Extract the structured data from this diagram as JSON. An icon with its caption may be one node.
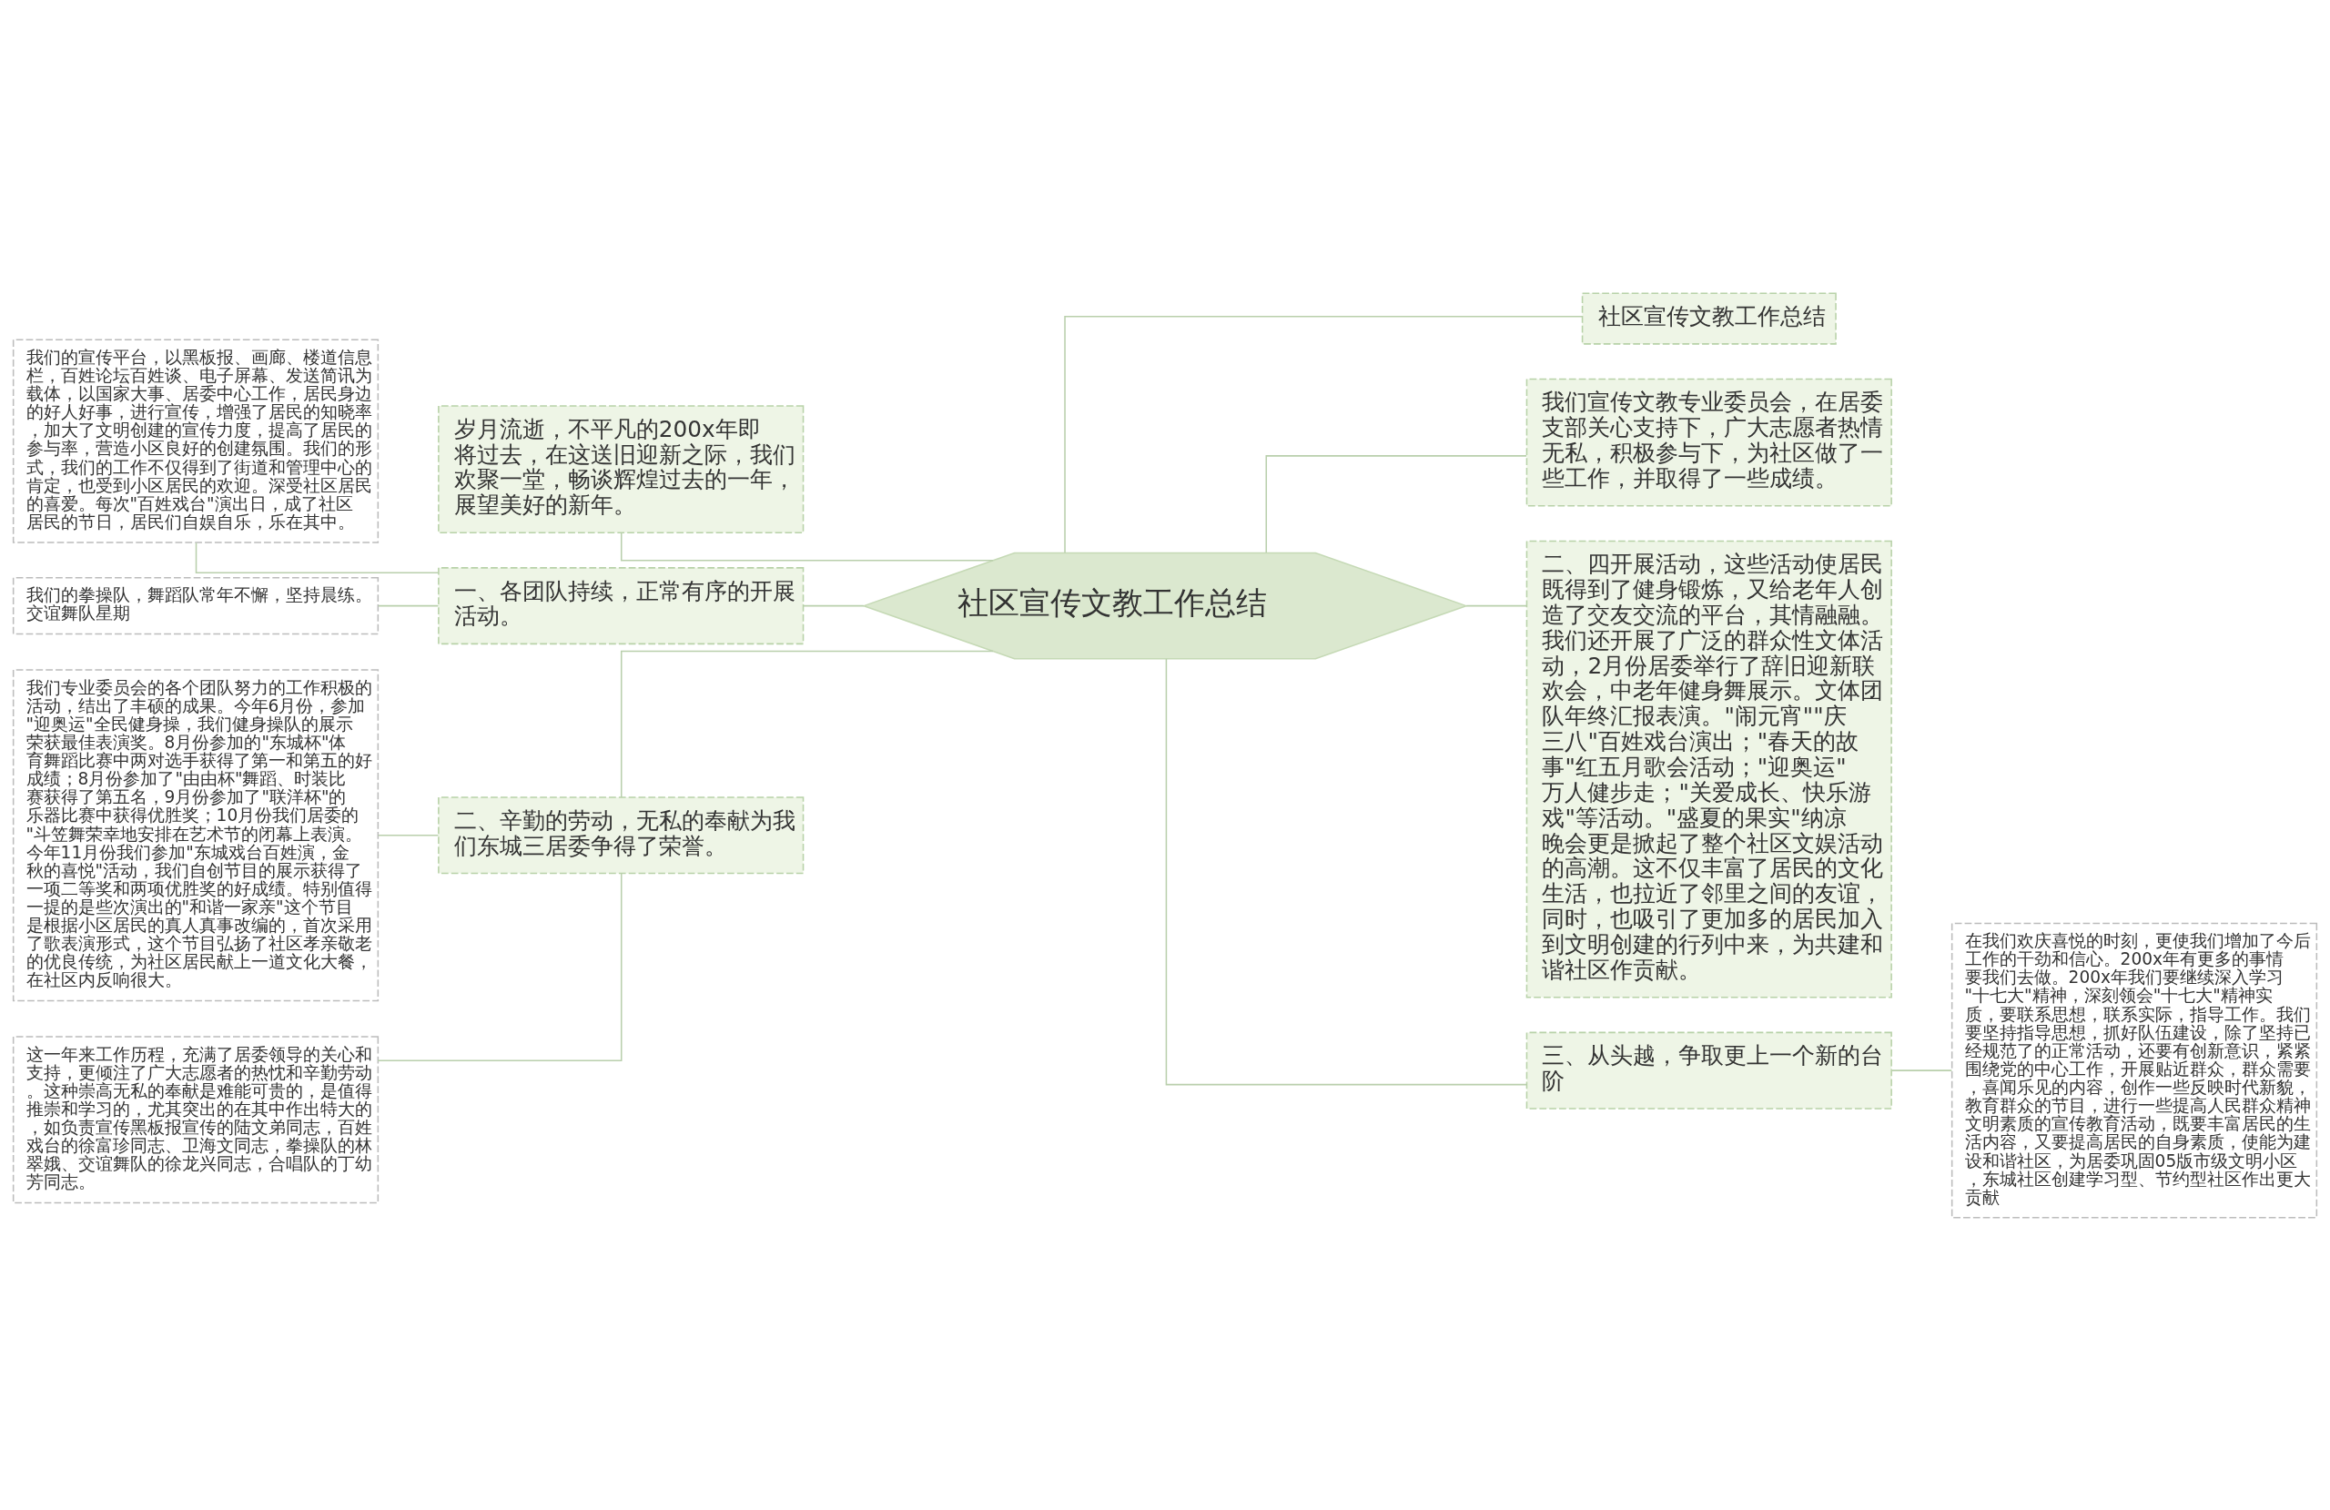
{
  "diagram": {
    "nodes": [
      {
        "text": [
          "社区宣传文教工作总结"
        ]
      },
      {
        "text": [
          "岁月流逝，不平凡的200x年即将过去，在这送旧迎新之际，我们欢聚一堂，畅谈辉煌过去的一年，展望美好的新年。"
        ]
      },
      {
        "text": [
          "一、各团队持续，正常有序的开展活动。"
        ]
      },
      {
        "text": [
          "我们的宣传平台，以黑板报、画廊、楼道信息栏，百姓论坛百姓谈、电子屏幕、发送简讯为载体，以国家大事、居委中心工作，居民身边的好人好事，进行宣传，增强了居民的知晓率，加大了文明创建的宣传力度，提高了居民的参与率，营造小区良好的创建氛围。我们的形式，我们的工作不仅得到了街道和管理中心的肯定，也受到小区居民的欢迎。深受社区居民的喜爱。每次\"百姓戏台\"演出日，成了社区居民的节日，居民们自娱自乐，乐在其中。"
        ]
      },
      {
        "text": [
          "我们的拳操队，舞蹈队常年不懈，坚持晨练。交谊舞队星期"
        ]
      },
      {
        "text": [
          "二、辛勤的劳动，无私的奉献为我们东城三居委争得了荣誉。"
        ]
      },
      {
        "text": [
          "我们专业委员会的各个团队努力的工作积极的活动，结出了丰硕的成果。今年6月份，参加\"迎奥运\"全民健身操，我们健身操队的展示荣获最佳表演奖。8月份参加的\"东城杯\"体育舞蹈比赛中两对选手获得了第一和第五的好成绩；8月份参加了\"由由杯\"舞蹈、时装比赛获得了第五名，9月份参加了\"联洋杯\"的乐器比赛中获得优胜奖；10月份我们居委的\"斗笠舞荣幸地安排在艺术节的闭幕上表演。今年11月份我们参加\"东城戏台百姓演，金秋的喜悦\"活动，我们自创节目的展示获得了一项二等奖和两项优胜奖的好成绩。特别值得一提的是些次演出的\"和谐一家亲\"这个节目是根据小区居民的真人真事改编的，首次采用了歌表演形式，这个节目弘扬了社区孝亲敬老的优良传统，为社区居民献上一道文化大餐，在社区内反响很大。"
        ]
      },
      {
        "text": [
          "这一年来工作历程，充满了居委领导的关心和支持，更倾注了广大志愿者的热忱和辛勤劳动。这种崇高无私的奉献是难能可贵的，是值得推崇和学习的，尤其突出的在其中作出特大的，如负责宣传黑板报宣传的陆文弟同志，百姓戏台的徐富珍同志、卫海文同志，拳操队的林翠娥、交谊舞队的徐龙兴同志，合唱队的丁幼芳同志。"
        ]
      },
      {
        "text": [
          "社区宣传文教工作总结"
        ]
      },
      {
        "text": [
          "我们宣传文教专业委员会，在居委支部关心支持下，广大志愿者热情无私，积极参与下，为社区做了一些工作，并取得了一些成绩。"
        ]
      },
      {
        "text": [
          "二、四开展活动，这些活动使居民既得到了健身锻炼，又给老年人创造了交友交流的平台，其情融融。我们还开展了广泛的群众性文体活动，2月份居委举行了辞旧迎新联欢会，中老年健身舞展示。文体团队年终汇报表演。\"闹元宵\"\"庆三八\"百姓戏台演出；\"春天的故事\"红五月歌会活动；\"迎奥运\"万人健步走；\"关爱成长、快乐游戏\"等活动。\"盛夏的果实\"纳凉晚会更是掀起了整个社区文娱活动的高潮。这不仅丰富了居民的文化生活，也拉近了邻里之间的友谊，同时，也吸引了更加多的居民加入到文明创建的行列中来，为共建和谐社区作贡献。"
        ]
      },
      {
        "text": [
          "三、从头越，争取更上一个新的台阶"
        ]
      },
      {
        "text": [
          "在我们欢庆喜悦的时刻，更使我们增加了今后工作的干劲和信心。200x年有更多的事情要我们去做。200x年我们要继续深入学习\"十七大\"精神，深刻领会\"十七大\"精神实质，要联系思想，联系实际，指导工作。我们要坚持指导思想，抓好队伍建设，除了坚持已经规范了的正常活动，还要有创新意识，紧紧围绕党的中心工作，开展贴近群众，群众需要，喜闻乐见的内容，创作一些反映时代新貌，教育群众的节目，进行一些提高人民群众精神文明素质的宣传教育活动，既要丰富居民的生活内容，又要提高居民的自身素质，使能为建设和谐社区，为居委巩固05版市级文明小区，东城社区创建学习型、节约型社区作出更大贡献"
        ]
      }
    ],
    "edges": [
      {
        "from": 0,
        "to": 1,
        "arrow": "none"
      },
      {
        "from": 0,
        "to": 2,
        "arrow": "none"
      },
      {
        "from": 2,
        "to": 3,
        "arrow": "none"
      },
      {
        "from": 2,
        "to": 4,
        "arrow": "none"
      },
      {
        "from": 0,
        "to": 5,
        "arrow": "none"
      },
      {
        "from": 5,
        "to": 6,
        "arrow": "none"
      },
      {
        "from": 5,
        "to": 7,
        "arrow": "none"
      },
      {
        "from": 0,
        "to": 8,
        "arrow": "none"
      },
      {
        "from": 0,
        "to": 9,
        "arrow": "none"
      },
      {
        "from": 0,
        "to": 10,
        "arrow": "none"
      },
      {
        "from": 0,
        "to": 11,
        "arrow": "none"
      },
      {
        "from": 11,
        "to": 12,
        "arrow": "none"
      }
    ]
  }
}
